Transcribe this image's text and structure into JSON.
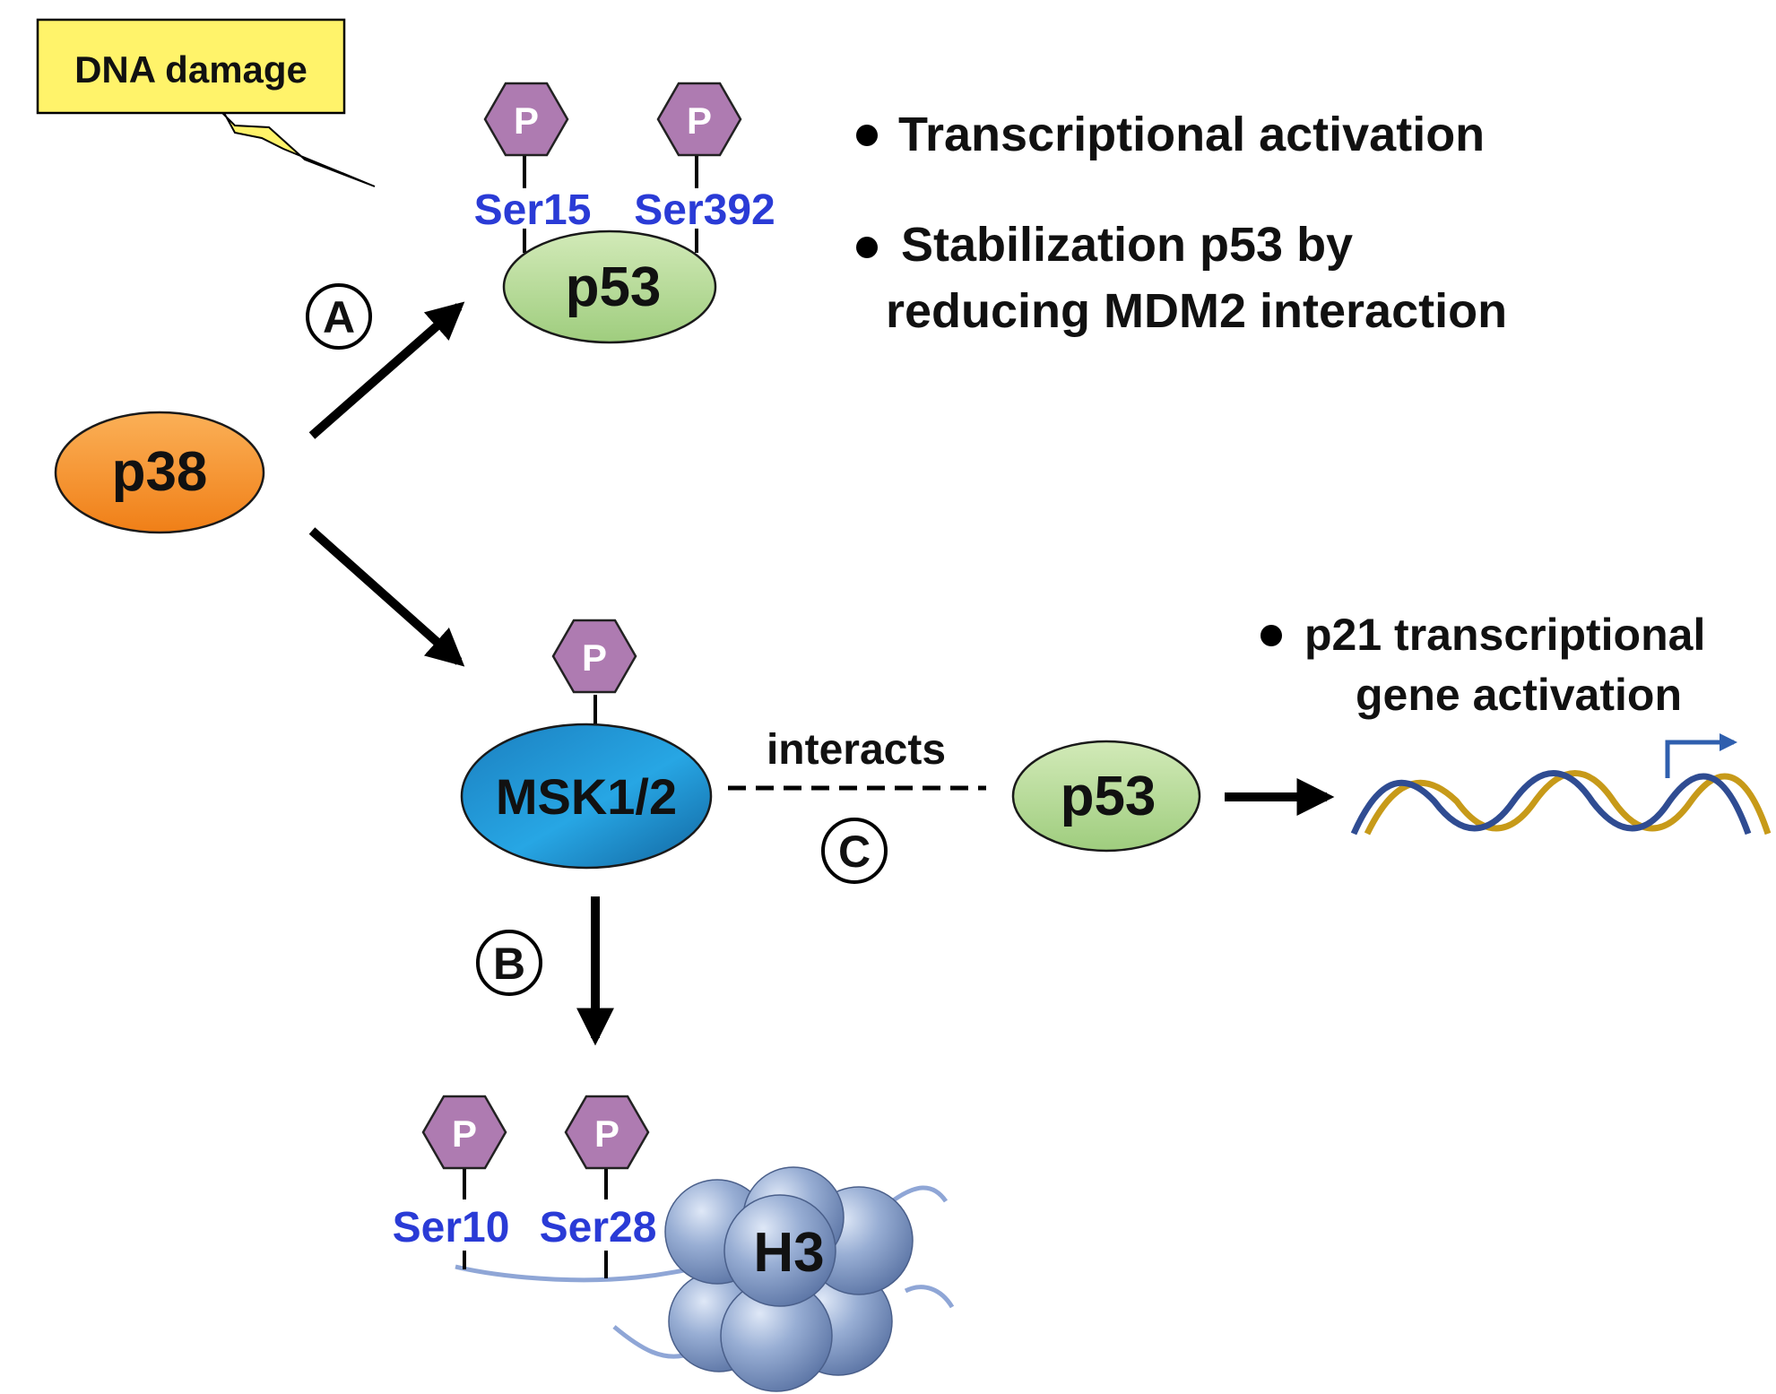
{
  "trigger": {
    "label": "DNA damage"
  },
  "nodes": {
    "p38": "p38",
    "p53_top": "p53",
    "msk": "MSK1/2",
    "p53_right": "p53",
    "h3": "H3"
  },
  "phospho_label": "P",
  "sites": {
    "p53_a": "Ser15",
    "p53_b": "Ser392",
    "h3_a": "Ser10",
    "h3_b": "Ser28"
  },
  "pathway_markers": {
    "a": "A",
    "b": "B",
    "c": "C"
  },
  "interaction_label": "interacts",
  "outcomes": {
    "p53_effects": {
      "line1": "Transcriptional activation",
      "line2": "Stabilization p53 by",
      "line3": "reducing MDM2 interaction"
    },
    "p21_effect": {
      "line1": "p21 transcriptional",
      "line2": "gene activation"
    }
  },
  "colors": {
    "p38_fill": "#f7922a",
    "p53_fill": "#b3db97",
    "msk_fill": "#1e88c8",
    "phospho_fill": "#ae7bb1",
    "site_text": "#2a3bd6",
    "trigger_fill": "#fff36a",
    "h3_fill": "#8fa6cf",
    "dna_strand_1": "#2f4c92",
    "dna_strand_2": "#c79a19",
    "tss_arrow": "#2f5fae"
  }
}
